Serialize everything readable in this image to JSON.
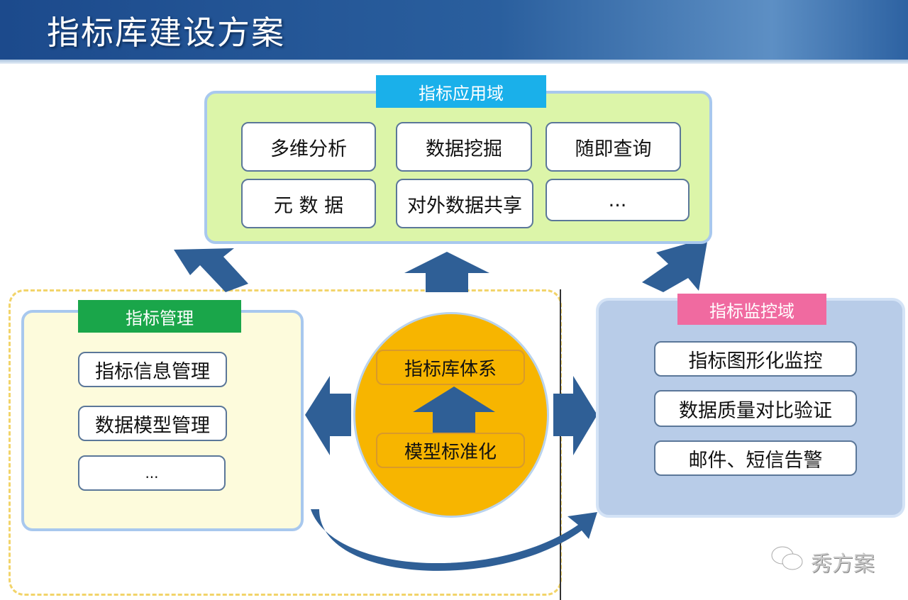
{
  "title": "指标库建设方案",
  "app_domain": {
    "label": "指标应用域",
    "items": [
      "多维分析",
      "数据挖掘",
      "随即查询",
      "元 数 据",
      "对外数据共享",
      "..."
    ]
  },
  "management": {
    "label": "指标管理",
    "items": [
      "指标信息管理",
      "数据模型管理",
      "..."
    ]
  },
  "core": {
    "top": "指标库体系",
    "bottom": "模型标准化"
  },
  "monitor": {
    "label": "指标监控域",
    "items": [
      "指标图形化监控",
      "数据质量对比验证",
      "邮件、短信告警"
    ]
  },
  "watermark": "秀方案",
  "colors": {
    "header": "#1c4a8c",
    "app_tab": "#1ab0ea",
    "mgmt_tab": "#1aa64a",
    "monitor_tab": "#f06aa0",
    "core": "#f7b500",
    "arrow": "#2f5f96"
  }
}
